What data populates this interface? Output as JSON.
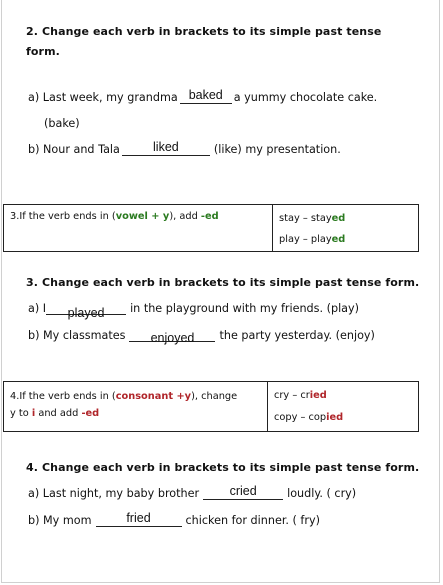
{
  "section2": {
    "heading_line1": "2. Change each verb in brackets to its simple past tense",
    "heading_line2": "form.",
    "qa": {
      "before": "a) Last week, my grandma",
      "answer": "baked",
      "after": "a yummy chocolate cake.",
      "hint": "(bake)"
    },
    "qb": {
      "before": "b) Nour and Tala",
      "answer": "liked",
      "after": "(like) my presentation."
    }
  },
  "rule3": {
    "text_before": "3.If the verb ends in (",
    "vowel": "vowel",
    "plus": " + ",
    "y": "y",
    "text_mid": "),  add ",
    "ed": "-ed",
    "examples": [
      {
        "base": "stay",
        "dash": " – ",
        "stem": "stay",
        "suffix": "ed"
      },
      {
        "base": "play",
        "dash": " – ",
        "stem": "play",
        "suffix": "ed"
      }
    ]
  },
  "section3": {
    "heading": "3.  Change each verb in brackets to its simple past tense form.",
    "qa": {
      "before": "a) I",
      "answer": "played",
      "after": "in the playground with my friends. (play)"
    },
    "qb": {
      "before": "b) My classmates",
      "answer": "enjoyed",
      "after": "the party yesterday. (enjoy)"
    }
  },
  "rule4": {
    "text_before": "4.If the verb ends in (",
    "consonant": "consonant",
    "plus_y": " +y",
    "text_mid": "), change",
    "line2_before": "y to ",
    "i": "i",
    "line2_mid": "  and add ",
    "ed": "-ed",
    "examples": [
      {
        "base": "cry",
        "dash": " – ",
        "stem": "cr",
        "suffix": "ied"
      },
      {
        "base": "copy",
        "dash": " – ",
        "stem": "cop",
        "suffix": "ied"
      }
    ]
  },
  "section4": {
    "heading": "4.  Change each verb in brackets to its simple past tense form.",
    "qa": {
      "before": "a) Last night, my baby brother",
      "answer": "cried",
      "after": "loudly. ( cry)"
    },
    "qb": {
      "before": "b) My mom",
      "answer": "fried",
      "after": "chicken for dinner. ( fry)"
    }
  },
  "colors": {
    "green": "#2a7a1f",
    "red": "#b0252a"
  }
}
